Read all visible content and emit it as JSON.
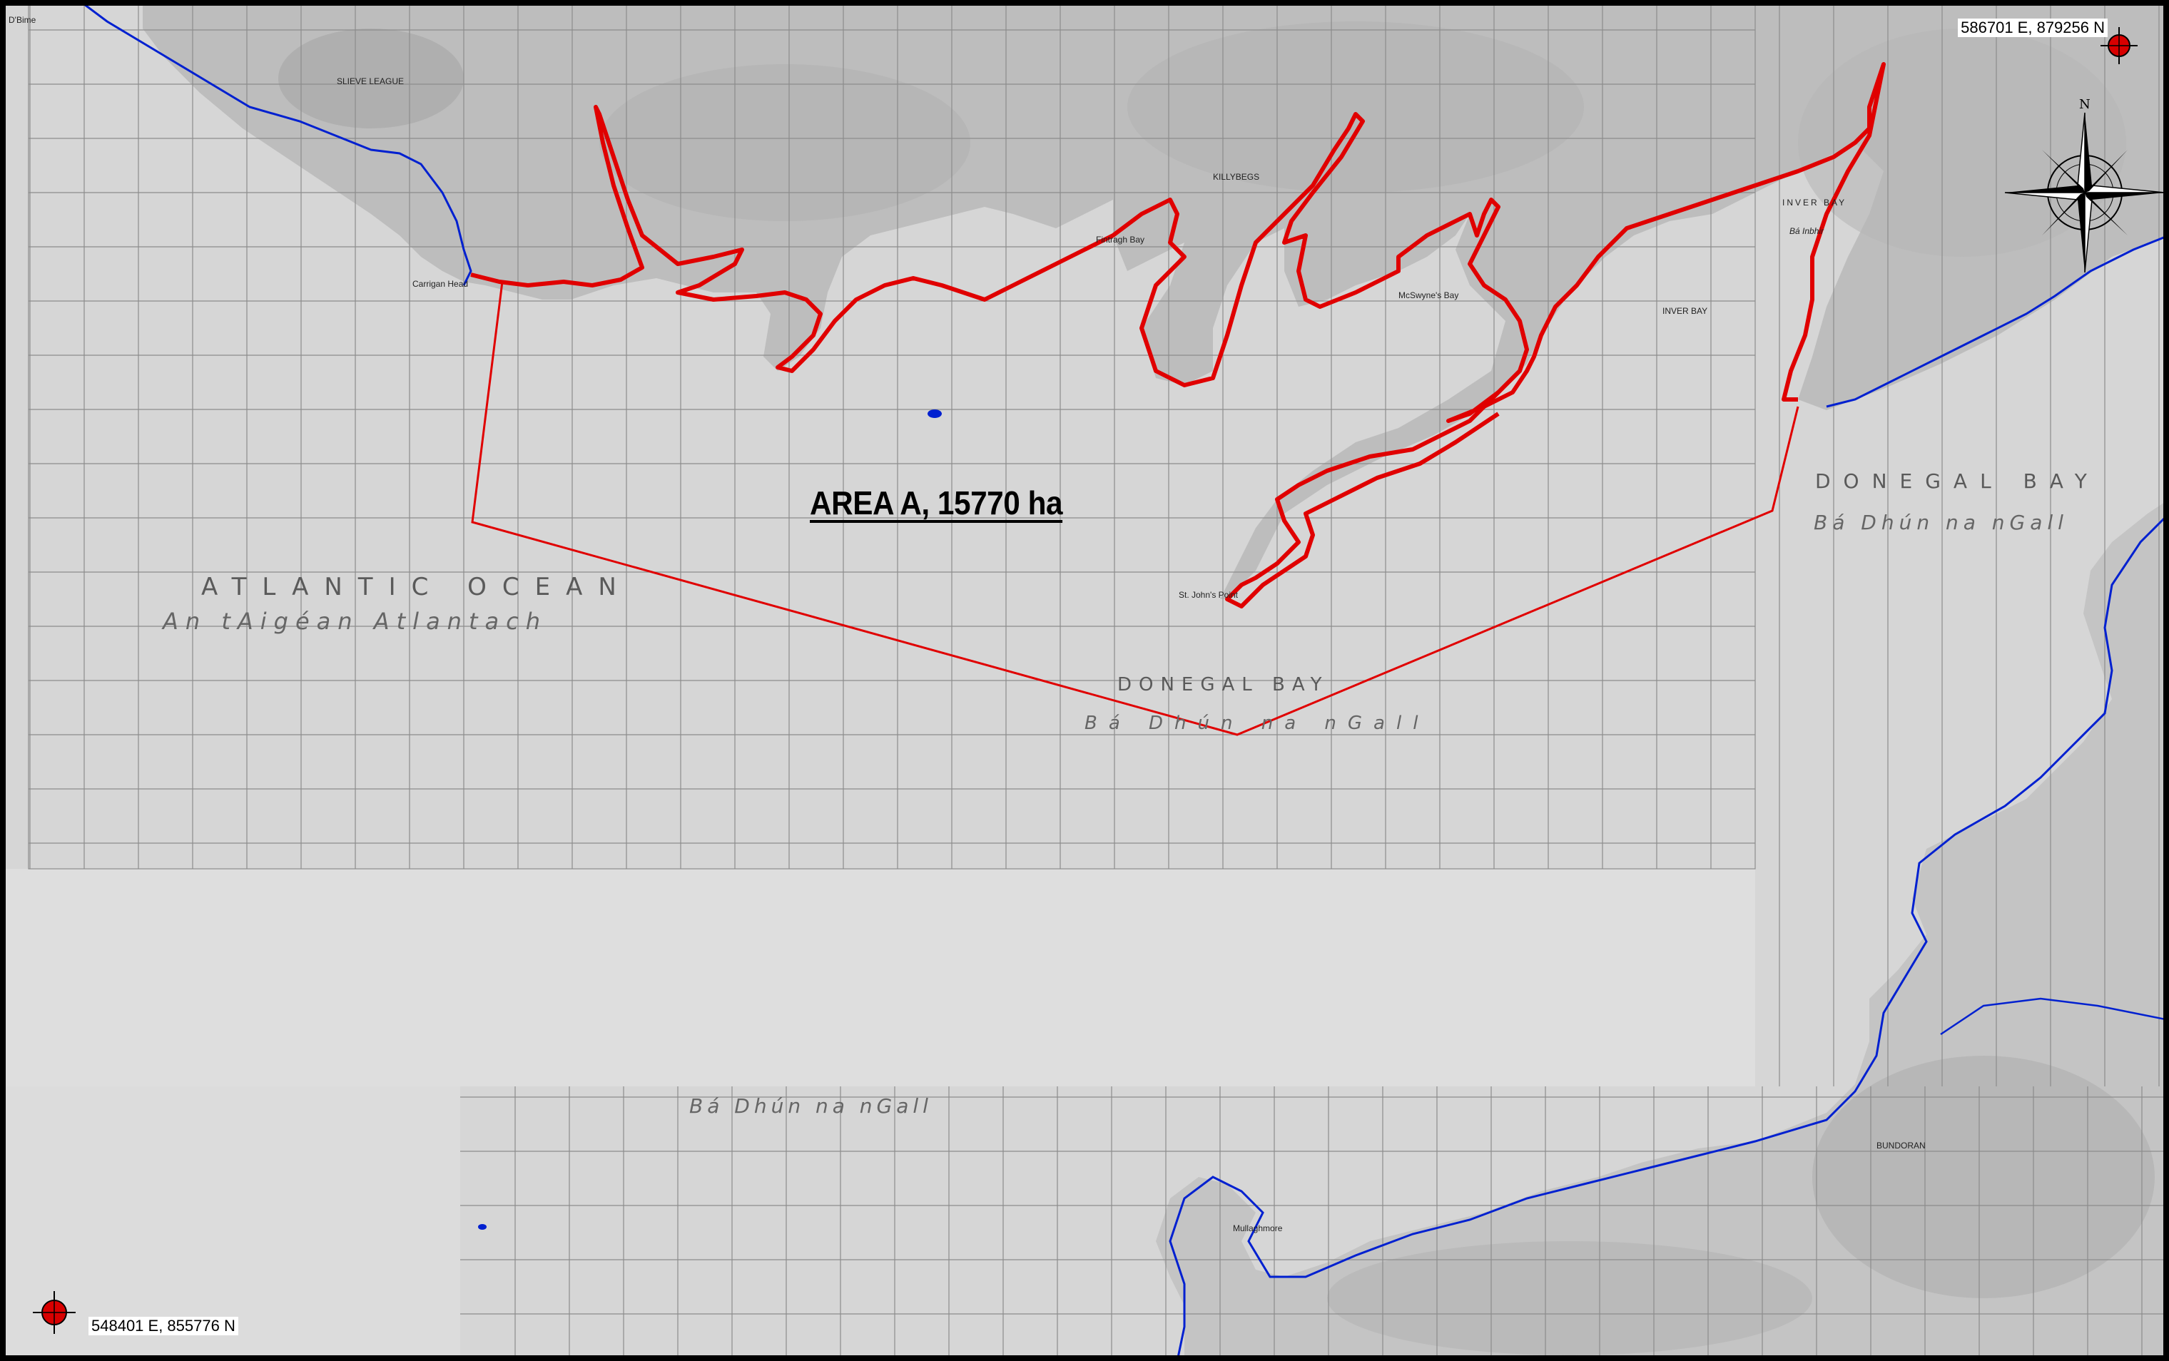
{
  "map": {
    "area_label": "AREA A, 15770 ha",
    "coord_ne": "586701 E, 879256 N",
    "coord_sw": "548401 E, 855776 N",
    "labels": {
      "atlantic_en": "ATLANTIC OCEAN",
      "atlantic_ga": "An tAigéan Atlantach",
      "donegal_bay_center_en": "DONEGAL BAY",
      "donegal_bay_center_ga": "Bá Dhún na nGall",
      "donegal_bay_right_en": "DONEGAL BAY",
      "donegal_bay_right_ga": "Bá Dhún na nGall",
      "donegal_bay_lower_ga": "Bá Dhún na nGall",
      "slieve_league": "SLIEVE LEAGUE",
      "killybegs": "KILLYBEGS",
      "inver_bay_1": "INVER BAY",
      "inver_bay_2": "INVER BAY",
      "ba_inbhir": "Bá Inbhir",
      "carrigan_head": "Carrigan Head",
      "fintragh_bay": "Fintragh Bay",
      "mcswynes_bay": "McSwyne's Bay",
      "st_johns_point": "St. John's Point",
      "mullaghmore": "Mullaghmore",
      "bundoran": "BUNDORAN",
      "dorme": "D'Bime"
    },
    "colors": {
      "boundary": "#e00000",
      "coastline": "#0020d0",
      "sea": "#d6d6d6",
      "land": "#bdbdbd",
      "grid": "#8c8c8c",
      "marker": "#d80000"
    },
    "icons": [
      "compass-rose-icon",
      "survey-point-icon"
    ]
  }
}
